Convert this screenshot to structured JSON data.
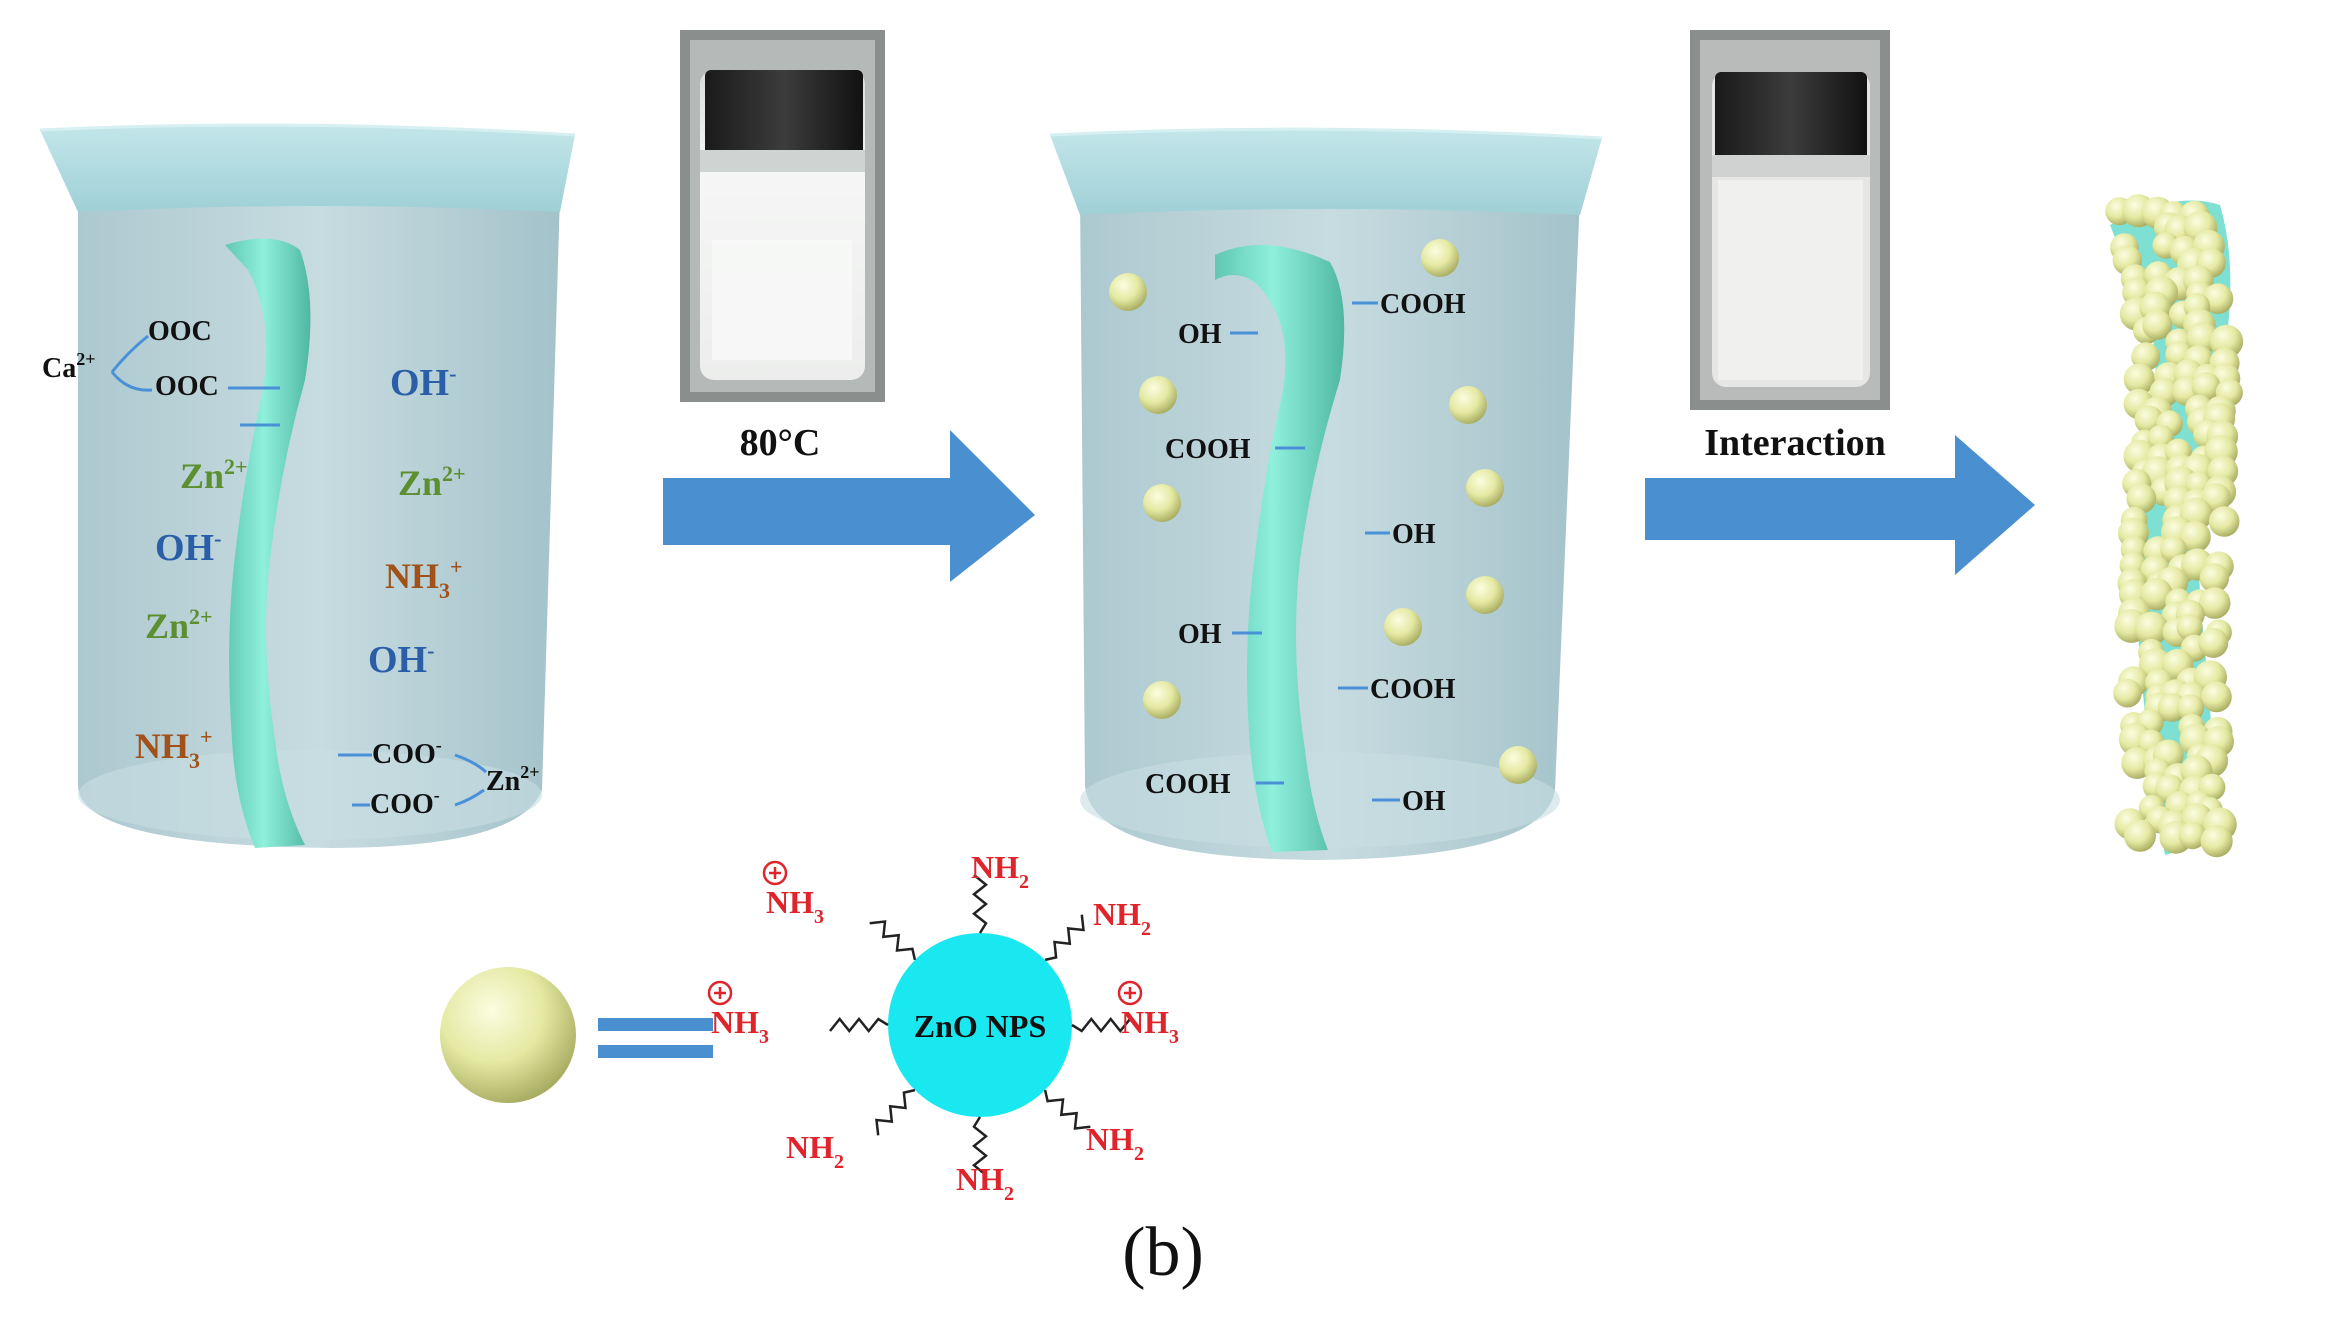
{
  "colors": {
    "beaker_fill": "#b9d3d9",
    "beaker_rim": "#a9d8de",
    "fiber": "#74d9c5",
    "nanoparticle": "#e6eba5",
    "arrow": "#4a8fd0",
    "ion_blue": "#2a5fa8",
    "ion_green": "#5b8f2f",
    "ion_brown": "#a0521a",
    "amine_red": "#e0242c",
    "zno_core": "#19e8f0"
  },
  "step1": {
    "temperature": "80°C",
    "arrow_icon": "right-arrow-icon"
  },
  "step2": {
    "label": "Interaction",
    "arrow_icon": "right-arrow-icon"
  },
  "beaker1": {
    "ca_bridge": {
      "cation": "Ca",
      "charge": "2+",
      "groups": [
        "OOC",
        "OOC"
      ]
    },
    "zn_bridge": {
      "cation": "Zn",
      "charge": "2+",
      "groups": [
        "COO",
        "COO"
      ],
      "group_charge": "-"
    },
    "ions": {
      "oh": {
        "base": "OH",
        "sup": "-"
      },
      "zn": {
        "base": "Zn",
        "sup": "2+"
      },
      "nh3": {
        "base": "NH",
        "sub": "3",
        "sup": "+"
      }
    }
  },
  "beaker2": {
    "groups": [
      "COOH",
      "OH",
      "COOH",
      "OH",
      "OH",
      "COOH",
      "COOH",
      "OH"
    ]
  },
  "legend": {
    "equals_icon": "equals-sign-icon",
    "core_label": "ZnO NPS",
    "amine": {
      "base": "NH",
      "sub": "2"
    },
    "ammonium": {
      "base": "NH",
      "sub": "3",
      "charge_icon": "plus-circle-icon"
    }
  },
  "caption": "(b)"
}
